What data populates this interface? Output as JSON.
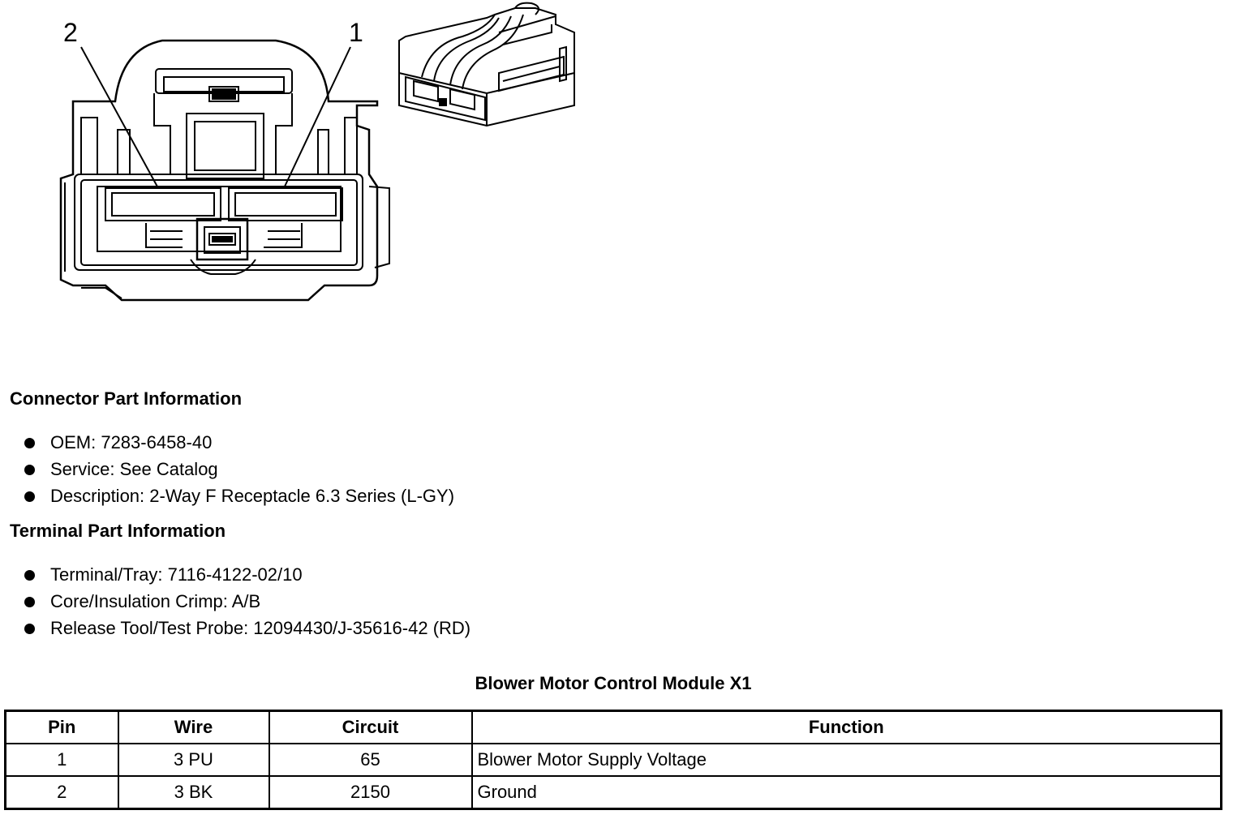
{
  "diagram": {
    "callouts": [
      "2",
      "1"
    ]
  },
  "connector_info": {
    "heading": "Connector Part Information",
    "items": [
      "OEM: 7283-6458-40",
      "Service: See Catalog",
      "Description: 2-Way F Receptacle 6.3 Series (L-GY)"
    ]
  },
  "terminal_info": {
    "heading": "Terminal Part Information",
    "items": [
      "Terminal/Tray: 7116-4122-02/10",
      "Core/Insulation Crimp: A/B",
      "Release Tool/Test Probe: 12094430/J-35616-42 (RD)"
    ]
  },
  "table": {
    "title": "Blower Motor Control Module X1",
    "headers": [
      "Pin",
      "Wire",
      "Circuit",
      "Function"
    ],
    "rows": [
      [
        "1",
        "3 PU",
        "65",
        "Blower Motor Supply Voltage"
      ],
      [
        "2",
        "3 BK",
        "2150",
        "Ground"
      ]
    ]
  }
}
